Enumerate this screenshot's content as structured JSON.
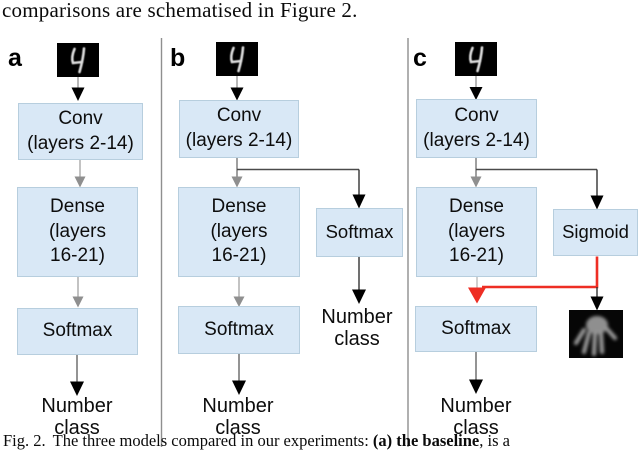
{
  "document": {
    "body_text": "comparisons are schematised in Figure 2.",
    "caption": {
      "fig_label": "Fig. 2.",
      "text": "The three models compared in our experiments: ",
      "bold": "(a) the baseline",
      "tail": ", is a"
    }
  },
  "figure": {
    "panels": [
      {
        "label": "a",
        "input_icon": "mnist-digit-4",
        "conv": "Conv\n(layers 2-14)",
        "dense": "Dense\n(layers\n16-21)",
        "softmax": "Softmax",
        "output": "Number\nclass"
      },
      {
        "label": "b",
        "input_icon": "mnist-digit-4",
        "conv": "Conv\n(layers 2-14)",
        "dense": "Dense\n(layers\n16-21)",
        "softmax": "Softmax",
        "softmax_branch": "Softmax",
        "output": "Number\nclass",
        "output_branch": "Number\nclass"
      },
      {
        "label": "c",
        "input_icon": "mnist-digit-4",
        "conv": "Conv\n(layers 2-14)",
        "dense": "Dense\n(layers\n16-21)",
        "softmax": "Softmax",
        "sigmoid_branch": "Sigmoid",
        "branch_output_icon": "hand-xray",
        "output": "Number\nclass"
      }
    ],
    "colors": {
      "box_fill": "#d9e8f6",
      "box_border": "#b7cede",
      "arrow_black": "#000000",
      "arrow_gray": "#8f8f8f",
      "highlight_red": "#ee2e24"
    }
  }
}
